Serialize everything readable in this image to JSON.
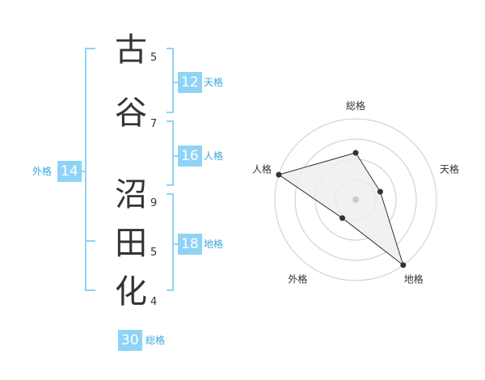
{
  "name": {
    "characters": [
      {
        "char": "古",
        "strokes": "5"
      },
      {
        "char": "谷",
        "strokes": "7"
      },
      {
        "char": "沼",
        "strokes": "9"
      },
      {
        "char": "田",
        "strokes": "5"
      },
      {
        "char": "化",
        "strokes": "4"
      }
    ]
  },
  "kaku": {
    "tenkaku": {
      "value": "12",
      "label": "天格"
    },
    "jinkaku": {
      "value": "16",
      "label": "人格"
    },
    "chikaku": {
      "value": "18",
      "label": "地格"
    },
    "gaikaku": {
      "value": "14",
      "label": "外格"
    },
    "soukaku": {
      "value": "30",
      "label": "総格"
    }
  },
  "colors": {
    "accent": "#8fd3f6",
    "accent_text": "#3aa6dd",
    "bracket": "#8fd3f6",
    "ring": "#cccccc",
    "polygon_fill": "#eeeeee",
    "polygon_stroke": "#333333"
  },
  "chart_data": {
    "type": "radar",
    "axes": [
      "総格",
      "天格",
      "地格",
      "外格",
      "人格"
    ],
    "values": [
      0.58,
      0.32,
      1.0,
      0.28,
      1.0
    ],
    "range": [
      0,
      1
    ],
    "rings": 4,
    "grid": true
  }
}
